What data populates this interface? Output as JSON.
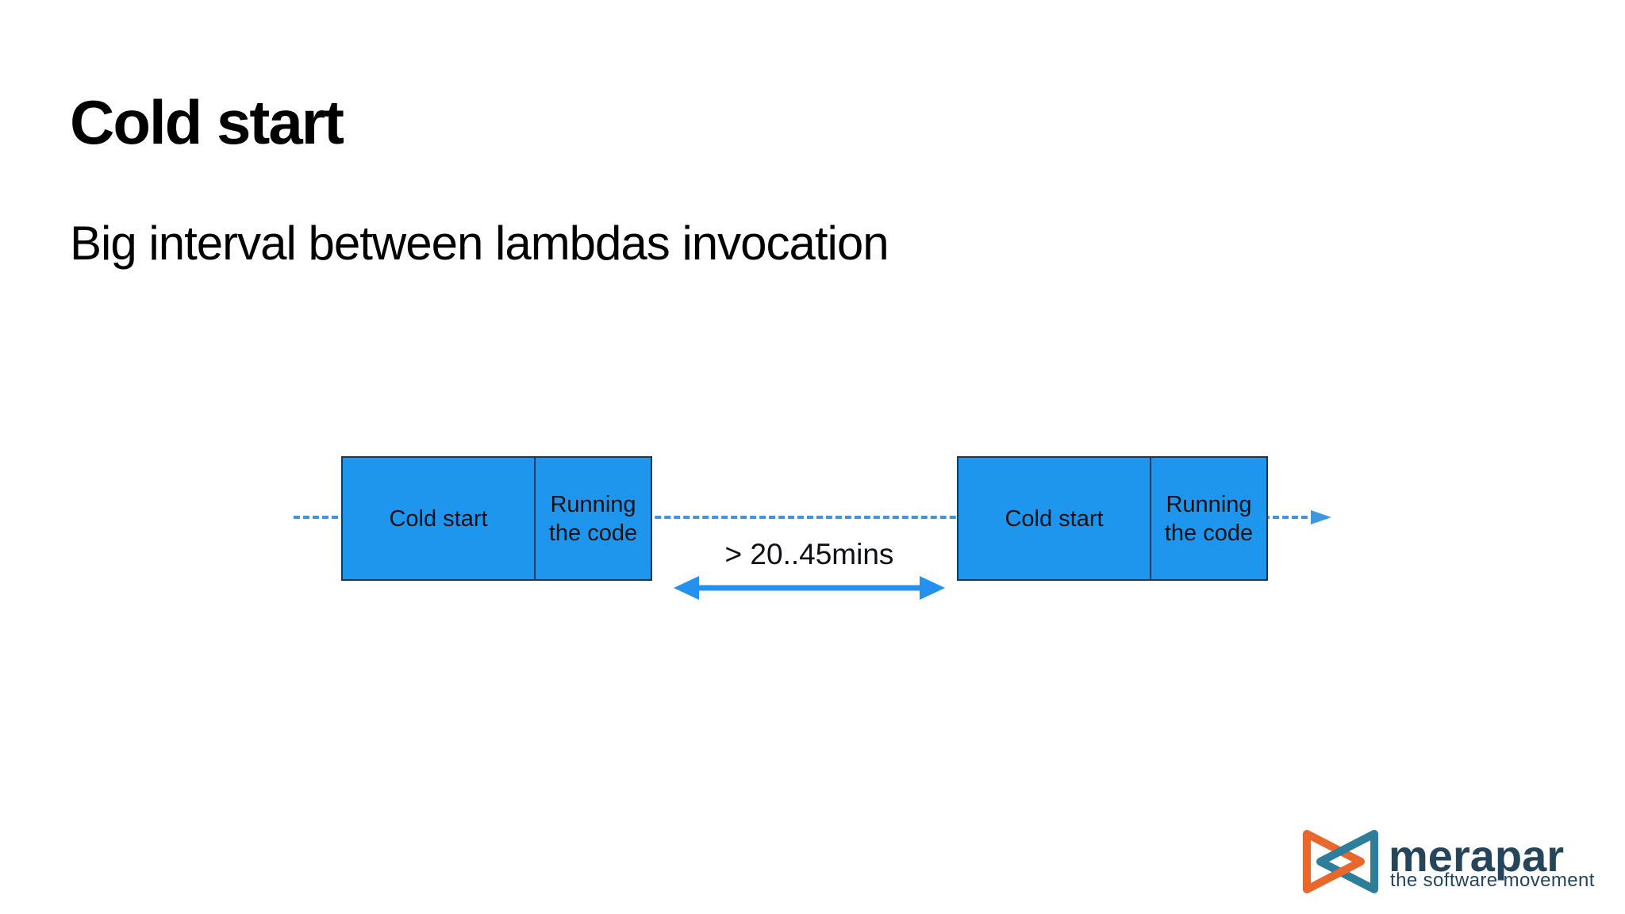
{
  "slide": {
    "title": "Cold start",
    "subtitle": "Big interval between lambdas invocation"
  },
  "diagram": {
    "interval_label": "> 20..45mins",
    "boxes": [
      {
        "segments": [
          {
            "label": "Cold start"
          },
          {
            "label": "Running the code"
          }
        ]
      },
      {
        "segments": [
          {
            "label": "Cold start"
          },
          {
            "label": "Running the code"
          }
        ]
      }
    ],
    "colors": {
      "box_fill": "#1E96EE",
      "box_border": "#0D3B5E",
      "dotted_line": "#4095DB",
      "interval_arrow": "#2490F0",
      "label_text": "#0D1116"
    }
  },
  "logo": {
    "wordmark": "merapar",
    "tagline": "the software movement",
    "colors": {
      "orange": "#E8672C",
      "teal": "#2C7E9B",
      "navy": "#25455A"
    }
  }
}
